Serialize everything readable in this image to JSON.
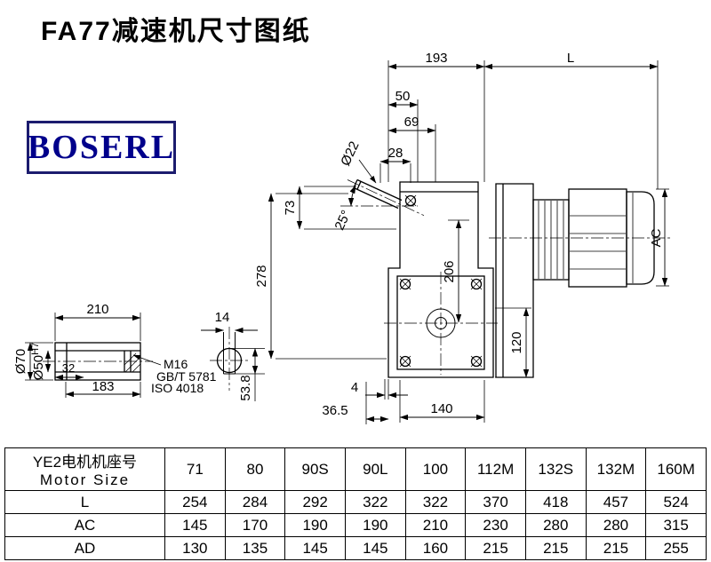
{
  "page": {
    "title": "FA77减速机尺寸图纸"
  },
  "logo": {
    "text": "BOSERL"
  },
  "colors": {
    "logo_text": "#00008B",
    "logo_border": "#1c1c6e",
    "line": "#000000",
    "background": "#ffffff"
  },
  "drawing": {
    "labels": {
      "width_193": "193",
      "motor_length_L": "L",
      "dim_50": "50",
      "dim_69": "69",
      "shaft_dia_22": "Ø22",
      "dim_28": "28",
      "angle_25": "25°",
      "dim_73": "73",
      "height_278": "278",
      "dim_206": "206",
      "motor_height_AC": "AC",
      "dim_120": "120",
      "dim_4": "4",
      "dim_36_5": "36.5",
      "dim_140": "140",
      "shaft_length_210": "210",
      "keyway_width_14": "14",
      "outer_dia_70": "Ø70",
      "bore_dia_50": "Ø50",
      "bore_tol_h7": "H7",
      "dim_32": "32",
      "dim_183": "183",
      "bolt_m16": "M16",
      "std_gbt": "GB/T 5781",
      "std_iso": "ISO 4018",
      "keyway_depth_53_8": "53.8"
    }
  },
  "table": {
    "header": {
      "col0_line1": "YE2电机机座号",
      "col0_line2": "Motor Size",
      "sizes": [
        "71",
        "80",
        "90S",
        "90L",
        "100",
        "112M",
        "132S",
        "132M",
        "160M"
      ]
    },
    "rows": [
      {
        "label": "L",
        "values": [
          "254",
          "284",
          "292",
          "322",
          "322",
          "370",
          "418",
          "457",
          "524"
        ]
      },
      {
        "label": "AC",
        "values": [
          "145",
          "170",
          "190",
          "190",
          "210",
          "230",
          "280",
          "280",
          "315"
        ]
      },
      {
        "label": "AD",
        "values": [
          "130",
          "135",
          "145",
          "145",
          "160",
          "215",
          "215",
          "215",
          "255"
        ]
      }
    ]
  }
}
